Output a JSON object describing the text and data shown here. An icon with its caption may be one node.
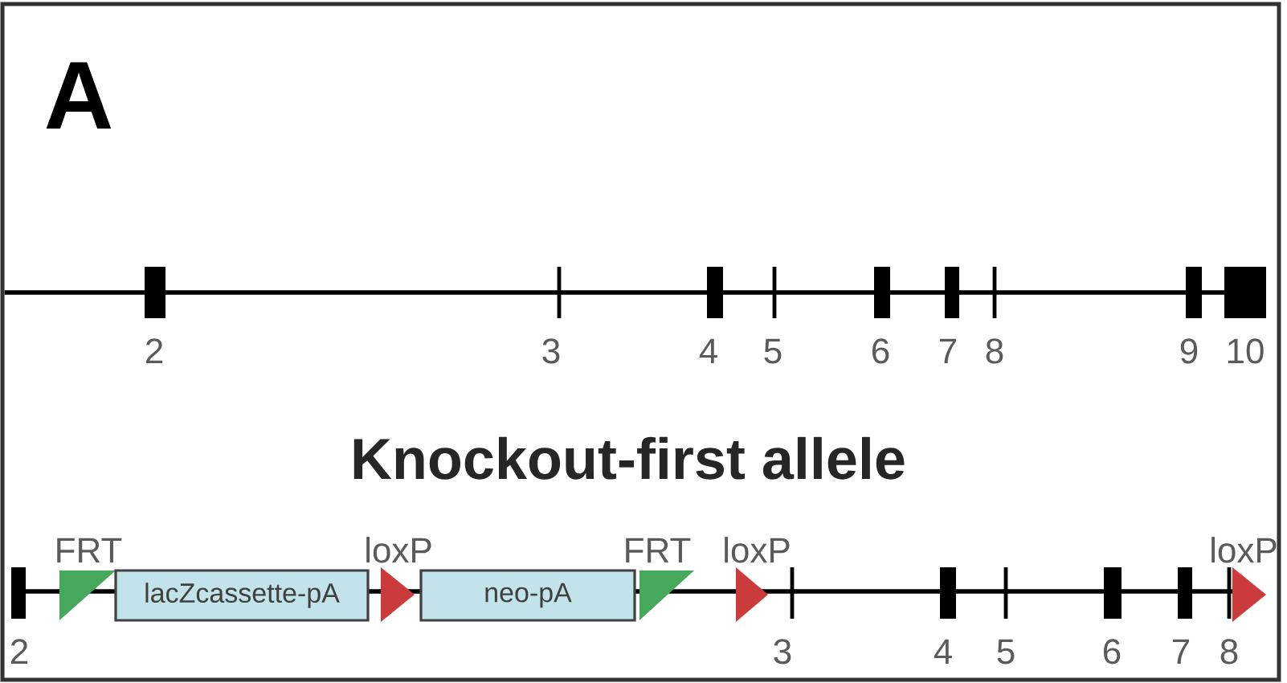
{
  "diagram": {
    "nodes": [
      {
        "text": [
          "lacZcassette-pA"
        ]
      },
      {
        "text": [
          "neo-pA"
        ]
      }
    ],
    "labels": [
      "A",
      "2",
      "3",
      "4",
      "5",
      "6",
      "7",
      "8",
      "9",
      "10",
      "Knockout-first allele",
      "FRT",
      "loxP",
      "FRT",
      "loxP",
      "loxP",
      "2",
      "3",
      "4",
      "5",
      "6",
      "7",
      "8"
    ]
  }
}
